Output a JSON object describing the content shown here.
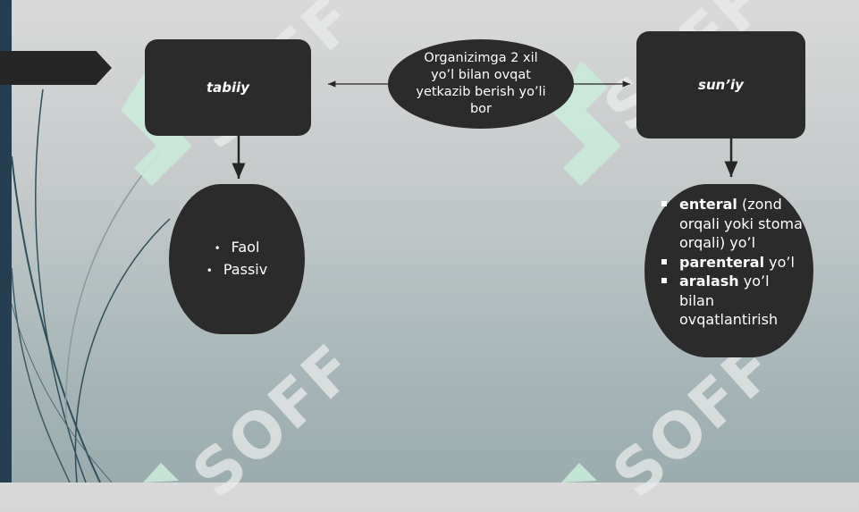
{
  "diagram": {
    "center": {
      "label": "Organizimga 2 xil yo’l bilan ovqat yetkazib berish yo’li bor"
    },
    "left": {
      "title": "tabiiy",
      "items": [
        "Faol",
        "Passiv"
      ]
    },
    "right": {
      "title": "sun’iy",
      "items": [
        {
          "bold": "enteral",
          "rest": " (zond orqali yoki stoma orqali) yo’l"
        },
        {
          "bold": "parenteral",
          "rest": " yo’l"
        },
        {
          "bold": "aralash",
          "rest": " yo’l bilan ovqatlantirish"
        }
      ]
    }
  },
  "watermark": {
    "text": "SOFF"
  },
  "colors": {
    "box": "#2b2b2b",
    "text": "#ffffff",
    "strip": "#243f4f",
    "watermark": "#e9eceb"
  }
}
